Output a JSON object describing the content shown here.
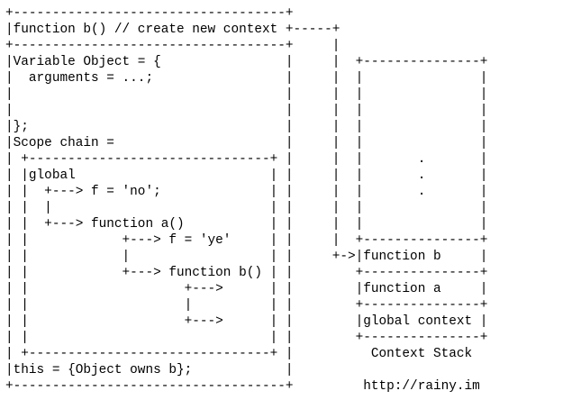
{
  "diagram": {
    "lines": [
      "+-----------------------------------+",
      "|function b() // create new context +-----+",
      "+-----------------------------------+     |",
      "|Variable Object = {                |     |  +---------------+",
      "|  arguments = ...;                 |     |  |               |",
      "|                                   |     |  |               |",
      "|                                   |     |  |               |",
      "|};                                 |     |  |               |",
      "|Scope chain =                      |     |  |               |",
      "| +-------------------------------+ |     |  |       .       |",
      "| |global                         | |     |  |       .       |",
      "| |  +---> f = 'no';              | |     |  |       .       |",
      "| |  |                            | |     |  |               |",
      "| |  +---> function a()           | |     |  |               |",
      "| |            +---> f = 'ye'     | |     |  +---------------+",
      "| |            |                  | |     +->|function b     |",
      "| |            +---> function b() | |        +---------------+",
      "| |                    +--->      | |        |function a     |",
      "| |                    |          | |        +---------------+",
      "| |                    +--->      | |        |global context |",
      "| |                               | |        +---------------+",
      "| +-------------------------------+ |          Context Stack",
      "|this = {Object owns b};            |",
      "+-----------------------------------+         http://rainy.im"
    ]
  }
}
